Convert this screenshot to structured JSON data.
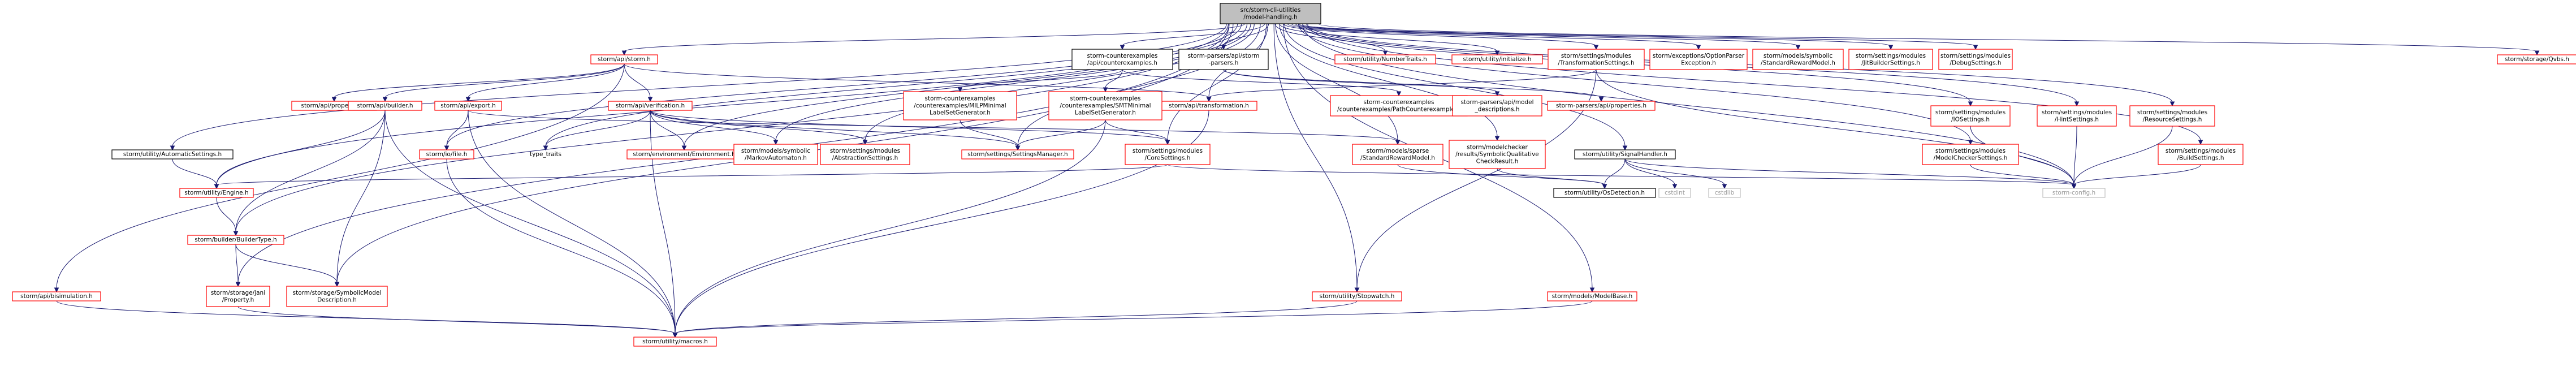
{
  "diagram": {
    "root": "src/storm-cli-utilities/model-handling.h",
    "nodes": [
      {
        "id": "root",
        "label": "src/storm-cli-utilities\n/model-handling.h",
        "style": "root"
      },
      {
        "id": "api_storm",
        "label": "storm/api/storm.h",
        "style": "red"
      },
      {
        "id": "cex_api",
        "label": "storm-counterexamples\n/api/counterexamples.h",
        "style": "black"
      },
      {
        "id": "parsers_api_storm",
        "label": "storm-parsers/api/storm\n-parsers.h",
        "style": "black"
      },
      {
        "id": "number_traits",
        "label": "storm/utility/NumberTraits.h",
        "style": "red"
      },
      {
        "id": "initialize",
        "label": "storm/utility/initialize.h",
        "style": "red"
      },
      {
        "id": "transformation_settings",
        "label": "storm/settings/modules\n/TransformationSettings.h",
        "style": "red"
      },
      {
        "id": "option_parser_exc",
        "label": "storm/exceptions/OptionParser\nException.h",
        "style": "red"
      },
      {
        "id": "symbolic_reward",
        "label": "storm/models/symbolic\n/StandardRewardModel.h",
        "style": "red"
      },
      {
        "id": "jit_settings",
        "label": "storm/settings/modules\n/JitBuilderSettings.h",
        "style": "red"
      },
      {
        "id": "debug_settings",
        "label": "storm/settings/modules\n/DebugSettings.h",
        "style": "red"
      },
      {
        "id": "qvbs",
        "label": "storm/storage/Qvbs.h",
        "style": "red"
      },
      {
        "id": "api_properties",
        "label": "storm/api/properties.h",
        "style": "red"
      },
      {
        "id": "api_builder",
        "label": "storm/api/builder.h",
        "style": "red"
      },
      {
        "id": "api_export",
        "label": "storm/api/export.h",
        "style": "red"
      },
      {
        "id": "api_verification",
        "label": "storm/api/verification.h",
        "style": "red"
      },
      {
        "id": "api_transformation",
        "label": "storm/api/transformation.h",
        "style": "red"
      },
      {
        "id": "milp_gen",
        "label": "storm-counterexamples\n/counterexamples/MILPMinimal\nLabelSetGenerator.h",
        "style": "red"
      },
      {
        "id": "smt_gen",
        "label": "storm-counterexamples\n/counterexamples/SMTMinimal\nLabelSetGenerator.h",
        "style": "red"
      },
      {
        "id": "path_cex",
        "label": "storm-counterexamples\n/counterexamples/PathCounterexample.h",
        "style": "red"
      },
      {
        "id": "parsers_model_desc",
        "label": "storm-parsers/api/model\n_descriptions.h",
        "style": "red"
      },
      {
        "id": "parsers_api_props",
        "label": "storm-parsers/api/properties.h",
        "style": "red"
      },
      {
        "id": "io_settings",
        "label": "storm/settings/modules\n/IOSettings.h",
        "style": "red"
      },
      {
        "id": "hint_settings",
        "label": "storm/settings/modules\n/HintSettings.h",
        "style": "red"
      },
      {
        "id": "resource_settings",
        "label": "storm/settings/modules\n/ResourceSettings.h",
        "style": "red"
      },
      {
        "id": "automatic_settings",
        "label": "storm/utility/AutomaticSettings.h",
        "style": "black"
      },
      {
        "id": "file_h",
        "label": "storm/io/file.h",
        "style": "red"
      },
      {
        "id": "type_traits",
        "label": "type_traits",
        "style": "none"
      },
      {
        "id": "environment",
        "label": "storm/environment/Environment.h",
        "style": "red"
      },
      {
        "id": "markov_automaton",
        "label": "storm/models/symbolic\n/MarkovAutomaton.h",
        "style": "red"
      },
      {
        "id": "abstraction_settings",
        "label": "storm/settings/modules\n/AbstractionSettings.h",
        "style": "red"
      },
      {
        "id": "settings_manager",
        "label": "storm/settings/SettingsManager.h",
        "style": "red"
      },
      {
        "id": "core_settings",
        "label": "storm/settings/modules\n/CoreSettings.h",
        "style": "red"
      },
      {
        "id": "sparse_reward",
        "label": "storm/models/sparse\n/StandardRewardModel.h",
        "style": "red"
      },
      {
        "id": "symbolic_qual",
        "label": "storm/modelchecker\n/results/SymbolicQualitative\nCheckResult.h",
        "style": "red"
      },
      {
        "id": "signal_handler",
        "label": "storm/utility/SignalHandler.h",
        "style": "black"
      },
      {
        "id": "mc_settings",
        "label": "storm/settings/modules\n/ModelCheckerSettings.h",
        "style": "red"
      },
      {
        "id": "build_settings",
        "label": "storm/settings/modules\n/BuildSettings.h",
        "style": "red"
      },
      {
        "id": "engine",
        "label": "storm/utility/Engine.h",
        "style": "red"
      },
      {
        "id": "os_detection",
        "label": "storm/utility/OsDetection.h",
        "style": "black"
      },
      {
        "id": "cstdint",
        "label": "cstdint",
        "style": "gray"
      },
      {
        "id": "cstdlib",
        "label": "cstdlib",
        "style": "gray"
      },
      {
        "id": "storm_config",
        "label": "storm-config.h",
        "style": "gray"
      },
      {
        "id": "builder_type",
        "label": "storm/builder/BuilderType.h",
        "style": "red"
      },
      {
        "id": "api_bisimulation",
        "label": "storm/api/bisimulation.h",
        "style": "red"
      },
      {
        "id": "jani_property",
        "label": "storm/storage/jani\n/Property.h",
        "style": "red"
      },
      {
        "id": "symbolic_model_desc",
        "label": "storm/storage/SymbolicModel\nDescription.h",
        "style": "red"
      },
      {
        "id": "stopwatch",
        "label": "storm/utility/Stopwatch.h",
        "style": "red"
      },
      {
        "id": "model_base",
        "label": "storm/models/ModelBase.h",
        "style": "red"
      },
      {
        "id": "macros",
        "label": "storm/utility/macros.h",
        "style": "red"
      }
    ],
    "edges": [
      [
        "root",
        "api_storm"
      ],
      [
        "root",
        "cex_api"
      ],
      [
        "root",
        "parsers_api_storm"
      ],
      [
        "root",
        "number_traits"
      ],
      [
        "root",
        "initialize"
      ],
      [
        "root",
        "transformation_settings"
      ],
      [
        "root",
        "option_parser_exc"
      ],
      [
        "root",
        "symbolic_reward"
      ],
      [
        "root",
        "jit_settings"
      ],
      [
        "root",
        "debug_settings"
      ],
      [
        "root",
        "qvbs"
      ],
      [
        "root",
        "io_settings"
      ],
      [
        "root",
        "hint_settings"
      ],
      [
        "root",
        "resource_settings"
      ],
      [
        "root",
        "build_settings"
      ],
      [
        "root",
        "automatic_settings"
      ],
      [
        "root",
        "file_h"
      ],
      [
        "root",
        "type_traits"
      ],
      [
        "root",
        "environment"
      ],
      [
        "root",
        "markov_automaton"
      ],
      [
        "root",
        "abstraction_settings"
      ],
      [
        "root",
        "settings_manager"
      ],
      [
        "root",
        "core_settings"
      ],
      [
        "root",
        "sparse_reward"
      ],
      [
        "root",
        "symbolic_qual"
      ],
      [
        "root",
        "signal_handler"
      ],
      [
        "root",
        "mc_settings"
      ],
      [
        "root",
        "engine"
      ],
      [
        "root",
        "builder_type"
      ],
      [
        "root",
        "jani_property"
      ],
      [
        "root",
        "symbolic_model_desc"
      ],
      [
        "root",
        "model_base"
      ],
      [
        "root",
        "api_transformation"
      ],
      [
        "root",
        "stopwatch"
      ],
      [
        "root",
        "storm_config"
      ],
      [
        "api_storm",
        "api_properties"
      ],
      [
        "api_storm",
        "api_builder"
      ],
      [
        "api_storm",
        "api_export"
      ],
      [
        "api_storm",
        "api_verification"
      ],
      [
        "api_storm",
        "api_transformation"
      ],
      [
        "api_storm",
        "api_bisimulation"
      ],
      [
        "api_builder",
        "builder_type"
      ],
      [
        "api_builder",
        "symbolic_model_desc"
      ],
      [
        "api_builder",
        "macros"
      ],
      [
        "api_builder",
        "engine"
      ],
      [
        "api_export",
        "file_h"
      ],
      [
        "api_export",
        "macros"
      ],
      [
        "api_export",
        "sparse_reward"
      ],
      [
        "api_verification",
        "type_traits"
      ],
      [
        "api_verification",
        "environment"
      ],
      [
        "api_verification",
        "markov_automaton"
      ],
      [
        "api_verification",
        "abstraction_settings"
      ],
      [
        "api_verification",
        "settings_manager"
      ],
      [
        "api_verification",
        "core_settings"
      ],
      [
        "api_verification",
        "macros"
      ],
      [
        "cex_api",
        "milp_gen"
      ],
      [
        "cex_api",
        "smt_gen"
      ],
      [
        "cex_api",
        "path_cex"
      ],
      [
        "milp_gen",
        "settings_manager"
      ],
      [
        "smt_gen",
        "settings_manager"
      ],
      [
        "smt_gen",
        "core_settings"
      ],
      [
        "smt_gen",
        "macros"
      ],
      [
        "parsers_api_storm",
        "parsers_model_desc"
      ],
      [
        "parsers_api_storm",
        "parsers_api_props"
      ],
      [
        "transformation_settings",
        "api_transformation"
      ],
      [
        "transformation_settings",
        "stopwatch"
      ],
      [
        "transformation_settings",
        "storm_config"
      ],
      [
        "io_settings",
        "storm_config"
      ],
      [
        "hint_settings",
        "storm_config"
      ],
      [
        "resource_settings",
        "storm_config"
      ],
      [
        "build_settings",
        "storm_config"
      ],
      [
        "mc_settings",
        "storm_config"
      ],
      [
        "automatic_settings",
        "engine"
      ],
      [
        "engine",
        "builder_type"
      ],
      [
        "builder_type",
        "jani_property"
      ],
      [
        "builder_type",
        "symbolic_model_desc"
      ],
      [
        "file_h",
        "macros"
      ],
      [
        "core_settings",
        "engine"
      ],
      [
        "core_settings",
        "storm_config"
      ],
      [
        "sparse_reward",
        "os_detection"
      ],
      [
        "symbolic_qual",
        "os_detection"
      ],
      [
        "signal_handler",
        "os_detection"
      ],
      [
        "signal_handler",
        "cstdint"
      ],
      [
        "signal_handler",
        "cstdlib"
      ],
      [
        "signal_handler",
        "storm_config"
      ],
      [
        "api_bisimulation",
        "macros"
      ],
      [
        "jani_property",
        "macros"
      ],
      [
        "stopwatch",
        "macros"
      ],
      [
        "model_base",
        "macros"
      ],
      [
        "api_transformation",
        "macros"
      ]
    ]
  }
}
